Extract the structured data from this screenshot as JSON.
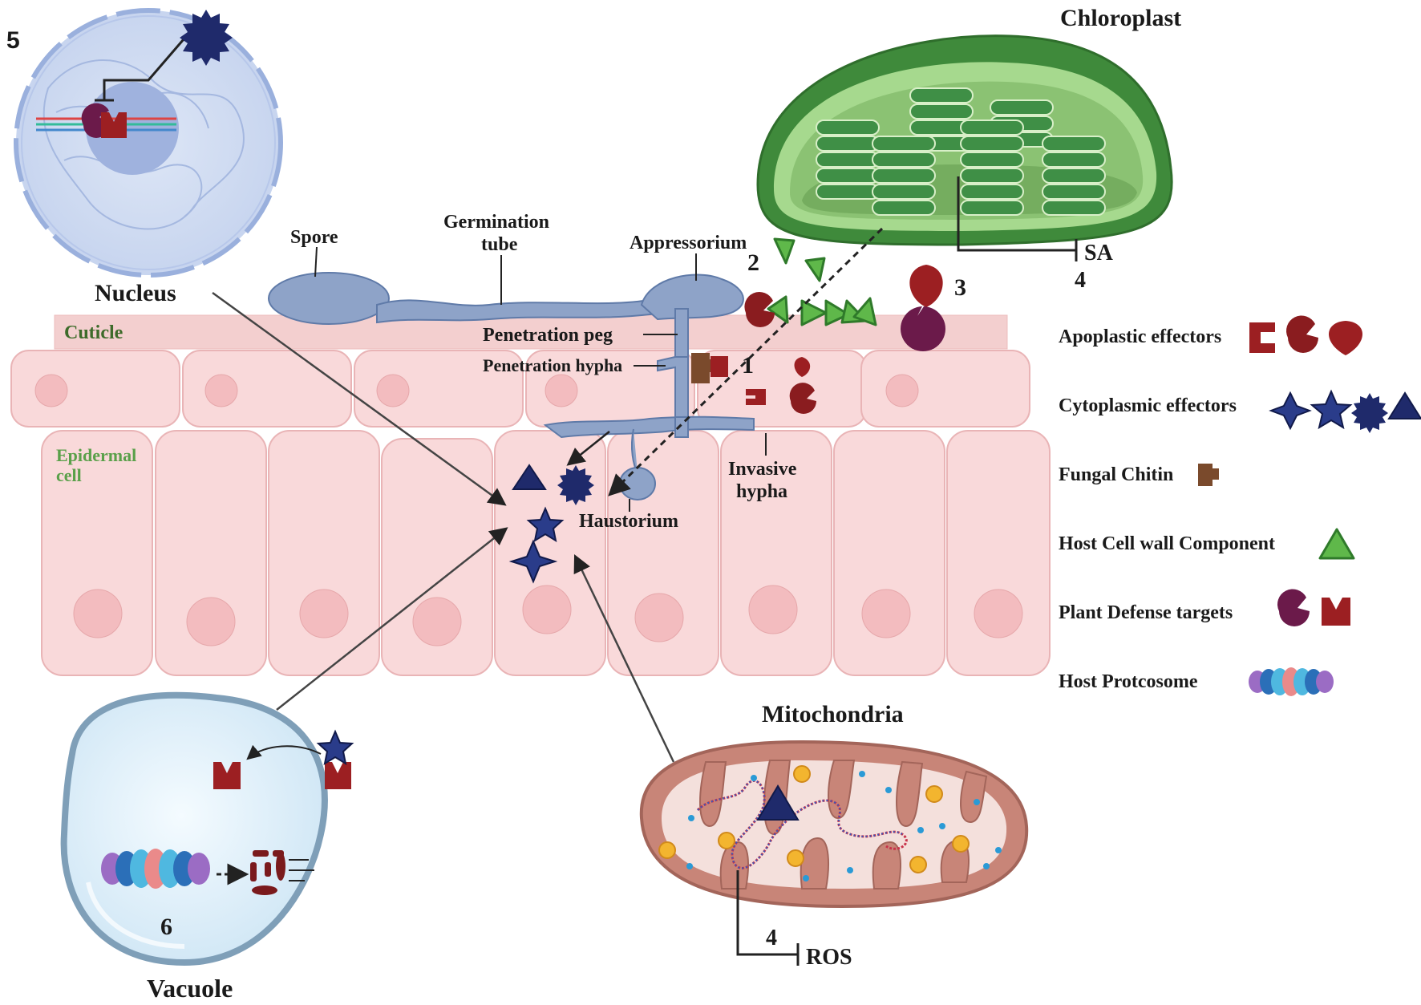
{
  "labels": {
    "chloroplast": "Chloroplast",
    "nucleus": "Nucleus",
    "mitochondria": "Mitochondria",
    "vacuole": "Vacuole",
    "spore": "Spore",
    "germination_line1": "Germination",
    "germination_line2": "tube",
    "appressorium": "Appressorium",
    "cuticle": "Cuticle",
    "penetration_peg": "Penetration peg",
    "penetration_hypha": "Penetration hypha",
    "epidermal_line1": "Epidermal",
    "epidermal_line2": "cell",
    "invasive_line1": "Invasive",
    "invasive_line2": "hypha",
    "haustorium": "Haustorium",
    "sa": "SA",
    "ros": "ROS"
  },
  "numbers": {
    "n1": "1",
    "n2": "2",
    "n3": "3",
    "n4_chloroplast": "4",
    "n4_mito": "4",
    "n5": "5",
    "n6": "6"
  },
  "legend": {
    "items": [
      {
        "label": "Apoplastic effectors",
        "icons": [
          "c-shape-icon",
          "pacman-icon",
          "drop-icon"
        ]
      },
      {
        "label": "Cytoplasmic effectors",
        "icons": [
          "four-point-star-icon",
          "star-icon",
          "spiky-circle-icon",
          "triangle-icon"
        ]
      },
      {
        "label": "Fungal Chitin",
        "icons": [
          "chitin-block-icon"
        ]
      },
      {
        "label": "Host Cell wall Component",
        "icons": [
          "green-triangle-icon"
        ]
      },
      {
        "label": "Plant Defense targets",
        "icons": [
          "purple-pacman-icon",
          "red-receptor-icon"
        ]
      },
      {
        "label": "Host Protcosome",
        "icons": [
          "proteasome-icon"
        ]
      }
    ]
  },
  "colors": {
    "cell_fill": "#f9d9da",
    "cell_stroke": "#e9b4b6",
    "cuticle": "#f3cfcf",
    "fungus": "#8ea3c8",
    "effector_red": "#9c1f22",
    "effector_blue": "#1f2a6b",
    "defense_purple": "#6b1a4a",
    "chitin_brown": "#7a4a2c",
    "cellwall_green": "#5fb84a",
    "chloroplast_green": "#4f9a46",
    "mito": "#c88578"
  }
}
